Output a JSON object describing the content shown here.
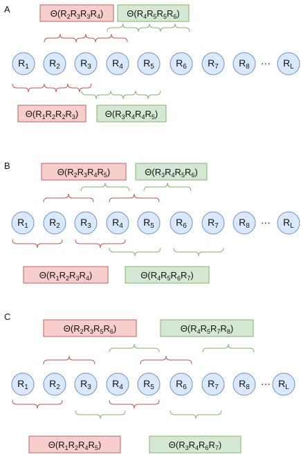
{
  "colors": {
    "red_fill": "#f8cecc",
    "red_stroke": "#c06060",
    "red_brace": "#c0504d",
    "green_fill": "#d5e8d4",
    "green_stroke": "#82b366",
    "green_brace": "#82b366",
    "node_fill": "#dae8fc",
    "node_stroke": "#6c8ebf"
  },
  "panels": [
    {
      "letter": "A",
      "nodes": [
        {
          "base": "R",
          "sub": "1"
        },
        {
          "base": "R",
          "sub": "2"
        },
        {
          "base": "R",
          "sub": "3"
        },
        {
          "base": "R",
          "sub": "4"
        },
        {
          "base": "R",
          "sub": "5"
        },
        {
          "base": "R",
          "sub": "6"
        },
        {
          "base": "R",
          "sub": "7"
        },
        {
          "base": "R",
          "sub": "8"
        },
        {
          "ellipsis": "···"
        },
        {
          "base": "R",
          "sub": "L"
        }
      ],
      "top_labels": [
        {
          "color": "red",
          "parts": [
            [
              "Θ(R",
              ""
            ],
            [
              "2",
              true
            ],
            [
              "R",
              ""
            ],
            [
              "3",
              true
            ],
            [
              "R",
              ""
            ],
            [
              "3",
              true
            ],
            [
              "R",
              ""
            ],
            [
              "4",
              true
            ],
            [
              ")",
              ""
            ]
          ]
        },
        {
          "color": "green",
          "parts": [
            [
              "Θ(R",
              ""
            ],
            [
              "4",
              true
            ],
            [
              "R",
              ""
            ],
            [
              "5",
              true
            ],
            [
              "R",
              ""
            ],
            [
              "5",
              true
            ],
            [
              "R",
              ""
            ],
            [
              "6",
              true
            ],
            [
              ")",
              ""
            ]
          ]
        }
      ],
      "bottom_labels": [
        {
          "color": "red",
          "parts": [
            [
              "Θ(R",
              ""
            ],
            [
              "1",
              true
            ],
            [
              "R",
              ""
            ],
            [
              "2",
              true
            ],
            [
              "R",
              ""
            ],
            [
              "2",
              true
            ],
            [
              "R",
              ""
            ],
            [
              "3",
              true
            ],
            [
              ")",
              ""
            ]
          ]
        },
        {
          "color": "green",
          "parts": [
            [
              "Θ(R",
              ""
            ],
            [
              "3",
              true
            ],
            [
              "R",
              ""
            ],
            [
              "4",
              true
            ],
            [
              "R",
              ""
            ],
            [
              "4",
              true
            ],
            [
              "R",
              ""
            ],
            [
              "5",
              true
            ],
            [
              ")",
              ""
            ]
          ]
        }
      ]
    },
    {
      "letter": "B",
      "nodes": [
        {
          "base": "R",
          "sub": "1"
        },
        {
          "base": "R",
          "sub": "2"
        },
        {
          "base": "R",
          "sub": "3"
        },
        {
          "base": "R",
          "sub": "4"
        },
        {
          "base": "R",
          "sub": "5"
        },
        {
          "base": "R",
          "sub": "6"
        },
        {
          "base": "R",
          "sub": "7"
        },
        {
          "base": "R",
          "sub": "8"
        },
        {
          "ellipsis": "···"
        },
        {
          "base": "R",
          "sub": "L"
        }
      ],
      "top_labels": [
        {
          "color": "red",
          "parts": [
            [
              "Θ(R",
              ""
            ],
            [
              "2",
              true
            ],
            [
              "R",
              ""
            ],
            [
              "3",
              true
            ],
            [
              "R",
              ""
            ],
            [
              "4",
              true
            ],
            [
              "R",
              ""
            ],
            [
              "5",
              true
            ],
            [
              ")",
              ""
            ]
          ]
        },
        {
          "color": "green",
          "parts": [
            [
              "Θ(R",
              ""
            ],
            [
              "3",
              true
            ],
            [
              "R",
              ""
            ],
            [
              "4",
              true
            ],
            [
              "R",
              ""
            ],
            [
              "5",
              true
            ],
            [
              "R",
              ""
            ],
            [
              "6",
              true
            ],
            [
              ")",
              ""
            ]
          ]
        }
      ],
      "bottom_labels": [
        {
          "color": "red",
          "parts": [
            [
              "Θ(R",
              ""
            ],
            [
              "1",
              true
            ],
            [
              "R",
              ""
            ],
            [
              "2",
              true
            ],
            [
              "R",
              ""
            ],
            [
              "3",
              true
            ],
            [
              "R",
              ""
            ],
            [
              "4",
              true
            ],
            [
              ")",
              ""
            ]
          ]
        },
        {
          "color": "green",
          "parts": [
            [
              "Θ(R",
              ""
            ],
            [
              "4",
              true
            ],
            [
              "R",
              ""
            ],
            [
              "5",
              true
            ],
            [
              "R",
              ""
            ],
            [
              "6",
              true
            ],
            [
              "R",
              ""
            ],
            [
              "7",
              true
            ],
            [
              ")",
              ""
            ]
          ]
        }
      ]
    },
    {
      "letter": "C",
      "nodes": [
        {
          "base": "R",
          "sub": "1"
        },
        {
          "base": "R",
          "sub": "2"
        },
        {
          "base": "R",
          "sub": "3"
        },
        {
          "base": "R",
          "sub": "4"
        },
        {
          "base": "R",
          "sub": "5"
        },
        {
          "base": "R",
          "sub": "6"
        },
        {
          "base": "R",
          "sub": "7"
        },
        {
          "base": "R",
          "sub": "8"
        },
        {
          "ellipsis": "···"
        },
        {
          "base": "R",
          "sub": "L"
        }
      ],
      "top_labels": [
        {
          "color": "red",
          "parts": [
            [
              "Θ(R",
              ""
            ],
            [
              "2",
              true
            ],
            [
              "R",
              ""
            ],
            [
              "3",
              true
            ],
            [
              "R",
              ""
            ],
            [
              "5",
              true
            ],
            [
              "R",
              ""
            ],
            [
              "6",
              true
            ],
            [
              ")",
              ""
            ]
          ]
        },
        {
          "color": "green",
          "parts": [
            [
              "Θ(R",
              ""
            ],
            [
              "4",
              true
            ],
            [
              "R",
              ""
            ],
            [
              "5",
              true
            ],
            [
              "R",
              ""
            ],
            [
              "7",
              true
            ],
            [
              "R",
              ""
            ],
            [
              "8",
              true
            ],
            [
              ")",
              ""
            ]
          ]
        }
      ],
      "bottom_labels": [
        {
          "color": "red",
          "parts": [
            [
              "Θ(R",
              ""
            ],
            [
              "1",
              true
            ],
            [
              "R",
              ""
            ],
            [
              "2",
              true
            ],
            [
              "R",
              ""
            ],
            [
              "4",
              true
            ],
            [
              "R",
              ""
            ],
            [
              "5",
              true
            ],
            [
              ")",
              ""
            ]
          ]
        },
        {
          "color": "green",
          "parts": [
            [
              "Θ(R",
              ""
            ],
            [
              "3",
              true
            ],
            [
              "R",
              ""
            ],
            [
              "4",
              true
            ],
            [
              "R",
              ""
            ],
            [
              "6",
              true
            ],
            [
              "R",
              ""
            ],
            [
              "7",
              true
            ],
            [
              ")",
              ""
            ]
          ]
        }
      ]
    }
  ]
}
